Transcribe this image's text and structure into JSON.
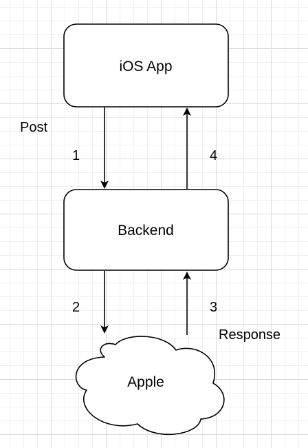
{
  "diagram": {
    "nodes": {
      "ios_app": {
        "label": "iOS App"
      },
      "backend": {
        "label": "Backend"
      },
      "apple": {
        "label": "Apple"
      }
    },
    "edges": {
      "post_label": "Post",
      "step1": "1",
      "step2": "2",
      "step3": "3",
      "step4": "4",
      "response_label": "Response"
    }
  }
}
